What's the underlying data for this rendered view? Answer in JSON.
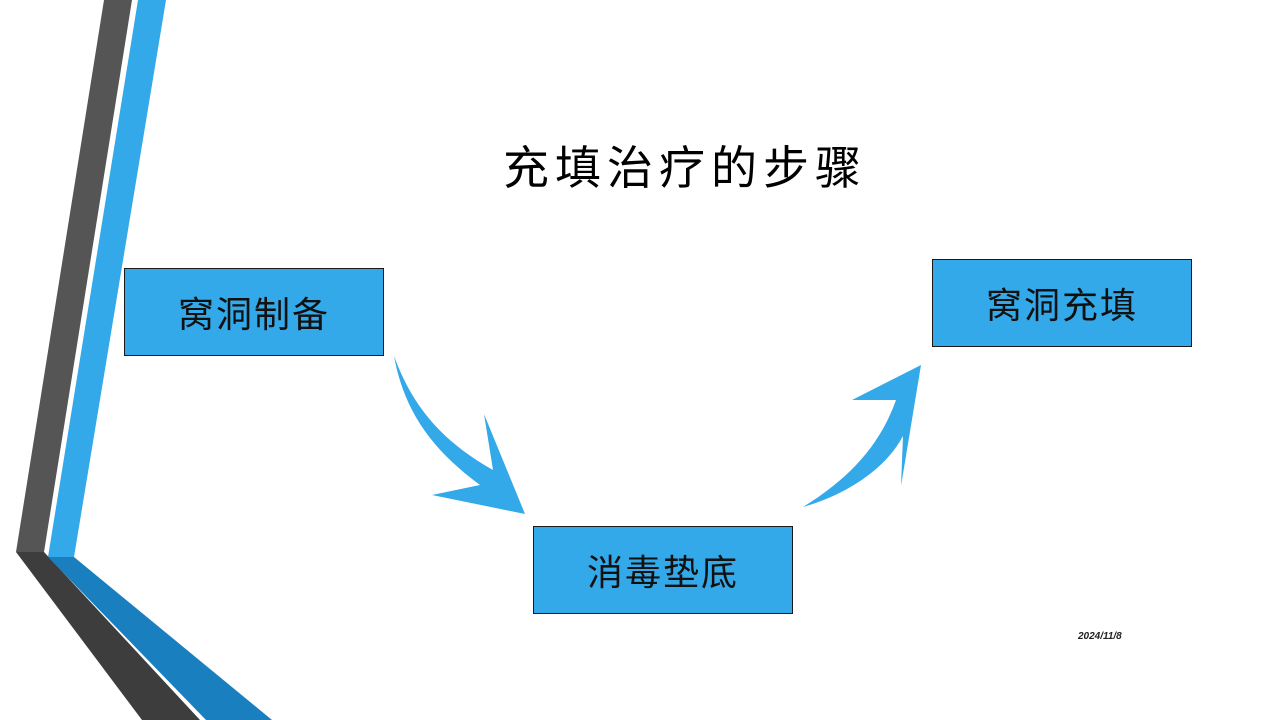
{
  "slide": {
    "title": "充填治疗的步骤",
    "date": "2024/11/8"
  },
  "steps": [
    {
      "label": "窝洞制备"
    },
    {
      "label": "消毒垫底"
    },
    {
      "label": "窝洞充填"
    }
  ],
  "colors": {
    "accent_blue": "#33a9e9",
    "dark_blue": "#1a7fbf",
    "dark_gray": "#555555",
    "charcoal": "#3d3d3d"
  }
}
